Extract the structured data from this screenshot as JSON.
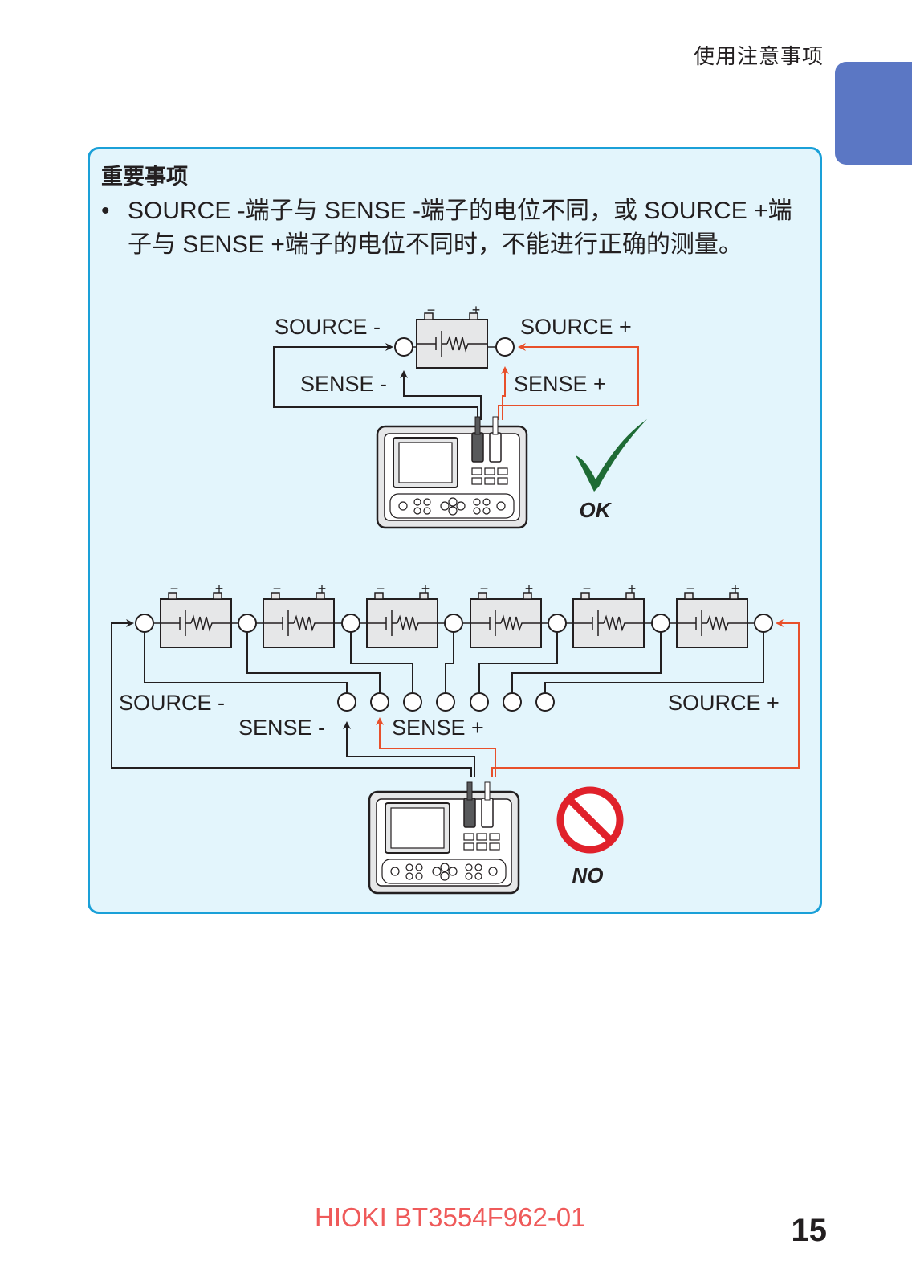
{
  "header": {
    "title": "使用注意事项"
  },
  "notice": {
    "heading": "重要事项",
    "bullet_symbol": "•",
    "bullet_text": "SOURCE -端子与 SENSE -端子的电位不同，或 SOURCE +端子与 SENSE +端子的电位不同时，不能进行正确的测量。"
  },
  "diagram_ok": {
    "source_minus": "SOURCE -",
    "source_plus": "SOURCE +",
    "sense_minus": "SENSE -",
    "sense_plus": "SENSE +",
    "battery_minus": "−",
    "battery_plus": "+",
    "verdict": "OK",
    "verdict_color": "#1e6b35"
  },
  "diagram_no": {
    "source_minus": "SOURCE -",
    "source_plus": "SOURCE +",
    "sense_minus": "SENSE -",
    "sense_plus": "SENSE +",
    "battery_minus": "−",
    "battery_plus": "+",
    "verdict": "NO",
    "verdict_color": "#e0212b"
  },
  "colors": {
    "accent_tab": "#5b77c4",
    "box_border": "#1aa0d8",
    "box_fill": "#e3f5fc",
    "wire_red": "#e8502b"
  },
  "footer": {
    "document_code": "HIOKI BT3554F962-01",
    "page_number": "15"
  }
}
